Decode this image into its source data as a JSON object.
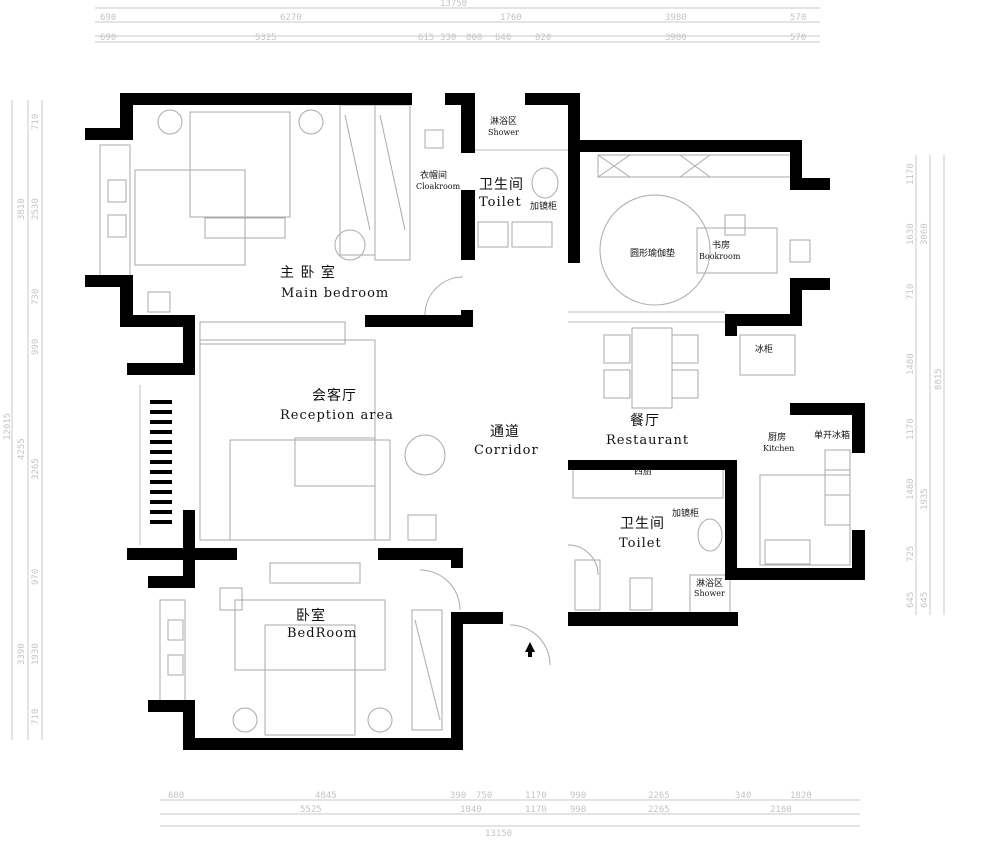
{
  "rooms": {
    "main_bedroom": {
      "zh": "主 卧 室",
      "en": "Main bedroom"
    },
    "cloakroom": {
      "zh": "衣帽间",
      "en": "Cloakroom"
    },
    "shower_top": {
      "zh": "淋浴区",
      "en": "Shower"
    },
    "toilet_top": {
      "zh": "卫生间",
      "en": "Toilet"
    },
    "mirror_cabinet_top": {
      "zh": "加镜柜"
    },
    "yoga_mat": {
      "zh": "圆形瑜伽垫"
    },
    "bookroom": {
      "zh": "书房",
      "en": "Bookroom"
    },
    "freezer": {
      "zh": "冰柜"
    },
    "reception": {
      "zh": "会客厅",
      "en": "Reception area"
    },
    "corridor": {
      "zh": "通道",
      "en": "Corridor"
    },
    "restaurant": {
      "zh": "餐厅",
      "en": "Restaurant"
    },
    "kitchen": {
      "zh": "厨房",
      "en": "Kitchen"
    },
    "fridge": {
      "zh": "单开冰箱"
    },
    "western_kitchen": {
      "zh": "西厨"
    },
    "mirror_cabinet_bottom": {
      "zh": "加镜柜"
    },
    "toilet_bottom": {
      "zh": "卫生间",
      "en": "Toilet"
    },
    "shower_bottom": {
      "zh": "淋浴区",
      "en": "Shower"
    },
    "bedroom": {
      "zh": "卧室",
      "en": "BedRoom"
    }
  },
  "dimensions": {
    "top_total": "13750",
    "top_row1": [
      "690",
      "6270",
      "1760",
      "3980",
      "570"
    ],
    "top_row2": [
      "690",
      "5325",
      "615",
      "330",
      "800",
      "640",
      "820",
      "3980",
      "570"
    ],
    "left": [
      "710",
      "3810",
      "2530",
      "730",
      "990",
      "12015",
      "4255",
      "3265",
      "970",
      "3390",
      "1930",
      "710"
    ],
    "right": [
      "1170",
      "1630",
      "3060",
      "710",
      "1480",
      "8815",
      "1170",
      "1480",
      "1935",
      "725",
      "645",
      "645"
    ],
    "bottom_row1": [
      "680",
      "4845",
      "390",
      "750",
      "1170",
      "990",
      "2265",
      "340",
      "1820"
    ],
    "bottom_row2": [
      "5525",
      "1040",
      "1170",
      "990",
      "2265",
      "2160"
    ],
    "bottom_total": "13150"
  },
  "colors": {
    "wall": "#000000",
    "line": "#bdbdbd",
    "dim_text": "#c4c4c4"
  }
}
